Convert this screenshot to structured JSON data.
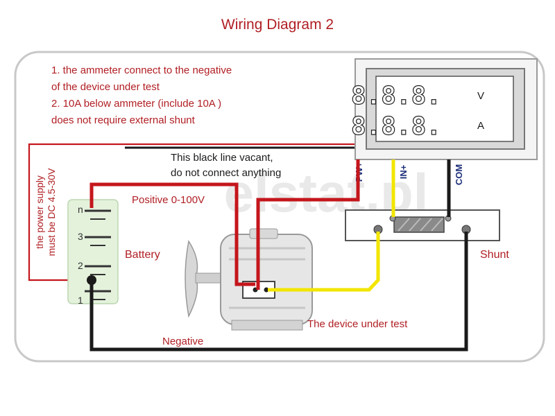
{
  "title": "Wiring Diagram 2",
  "notes": [
    "1. the ammeter connect to the negative",
    "of the device under test",
    "2. 10A below ammeter (include 10A )",
    "does not require external shunt"
  ],
  "power_supply_note": [
    "the power supply",
    "must be DC 4.5-30V"
  ],
  "black_line_note": [
    "This black line vacant,",
    "do not connect anything"
  ],
  "meter": {
    "volt_digits": "8.8.8.",
    "amp_digits": "8.8.8.",
    "volt_unit": "V",
    "amp_unit": "A"
  },
  "terminals": {
    "pw": "PW+",
    "in": "IN+",
    "com": "COM"
  },
  "labels": {
    "positive": "Positive 0-100V",
    "battery": "Battery",
    "shunt": "Shunt",
    "device": "The device under test",
    "negative": "Negative"
  },
  "battery_marks": [
    "n",
    "3",
    "2",
    "1"
  ],
  "watermark": "elstat.pl",
  "colors": {
    "title": "#b01e23",
    "red_wire": "#c4161c",
    "black_wire": "#1a1a1a",
    "yellow_wire": "#f2e600",
    "frame": "#c8c8c8"
  }
}
